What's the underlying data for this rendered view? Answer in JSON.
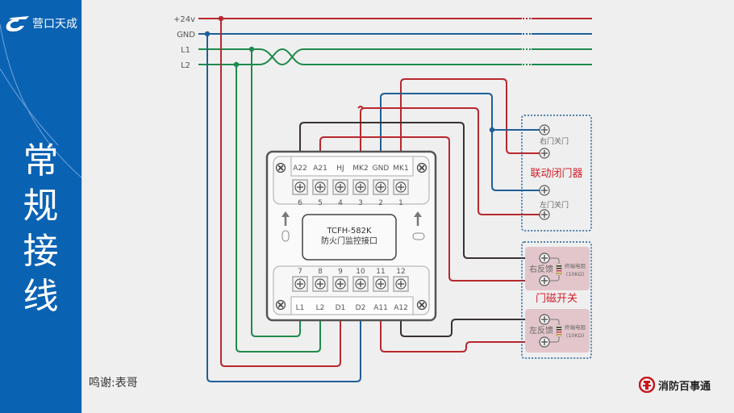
{
  "sidebar": {
    "logo_text": "营口天成",
    "title_chars": [
      "常",
      "规",
      "接",
      "线"
    ]
  },
  "bus": {
    "lines": [
      {
        "label": "+24v",
        "color": "#b8282e"
      },
      {
        "label": "GND",
        "color": "#1f5f98"
      },
      {
        "label": "L1",
        "color": "#1f8a4c"
      },
      {
        "label": "L2",
        "color": "#1f8a4c"
      }
    ]
  },
  "device": {
    "model": "TCFH-582K",
    "name": "防火门监控接口",
    "top_terminals": [
      {
        "label": "A22",
        "number": "6"
      },
      {
        "label": "A21",
        "number": "5"
      },
      {
        "label": "HJ",
        "number": "4"
      },
      {
        "label": "MK2",
        "number": "3"
      },
      {
        "label": "GND",
        "number": "2"
      },
      {
        "label": "MK1",
        "number": "1"
      }
    ],
    "bottom_terminals": [
      {
        "label": "L1",
        "number": "7"
      },
      {
        "label": "L2",
        "number": "8"
      },
      {
        "label": "D1",
        "number": "9"
      },
      {
        "label": "D2",
        "number": "10"
      },
      {
        "label": "A11",
        "number": "11"
      },
      {
        "label": "A12",
        "number": "12"
      }
    ]
  },
  "closer": {
    "title": "联动闭门器",
    "right_label": "右门关门",
    "left_label": "左门关门"
  },
  "magnetic": {
    "title": "门磁开关",
    "right_label": "右反馈",
    "left_label": "左反馈",
    "resistor_label": "终端电阻",
    "resistor_value": "(10KΩ)"
  },
  "footer": {
    "credit": "鸣谢:表哥",
    "brand": "消防百事通"
  },
  "colors": {
    "red": "#b8282e",
    "blue": "#1f5f98",
    "green": "#1f8a4c",
    "black": "#3a3232",
    "accent": "#0a62b3",
    "title_red": "#d0202a"
  }
}
